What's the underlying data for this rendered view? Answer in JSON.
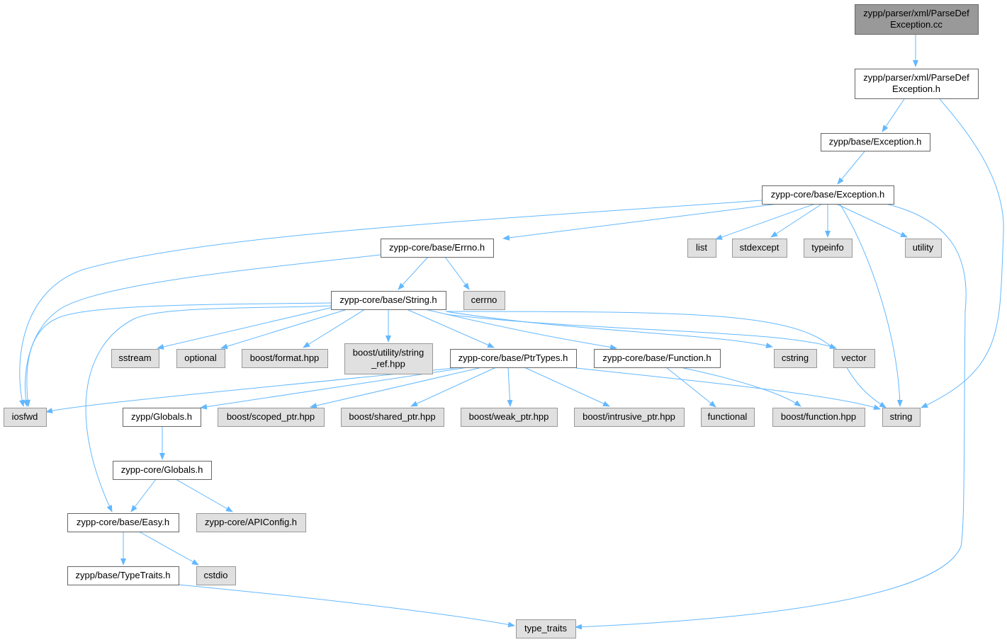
{
  "colors": {
    "edge": "#63b8ff",
    "root_fill": "#999999",
    "root_stroke": "#666666",
    "project_fill": "#ffffff",
    "project_stroke": "#666666",
    "external_fill": "#e0e0e0",
    "external_stroke": "#999999",
    "text": "#000000"
  },
  "nodes": [
    {
      "id": "pde_cc",
      "kind": "root",
      "lines": [
        "zypp/parser/xml/ParseDef",
        "Exception.cc"
      ]
    },
    {
      "id": "pde_h",
      "kind": "project",
      "lines": [
        "zypp/parser/xml/ParseDef",
        "Exception.h"
      ]
    },
    {
      "id": "base_exc",
      "kind": "project",
      "lines": [
        "zypp/base/Exception.h"
      ]
    },
    {
      "id": "core_exc",
      "kind": "project",
      "lines": [
        "zypp-core/base/Exception.h"
      ]
    },
    {
      "id": "errno",
      "kind": "project",
      "lines": [
        "zypp-core/base/Errno.h"
      ]
    },
    {
      "id": "list",
      "kind": "external",
      "lines": [
        "list"
      ]
    },
    {
      "id": "stdexcept",
      "kind": "external",
      "lines": [
        "stdexcept"
      ]
    },
    {
      "id": "typeinfo",
      "kind": "external",
      "lines": [
        "typeinfo"
      ]
    },
    {
      "id": "utility",
      "kind": "external",
      "lines": [
        "utility"
      ]
    },
    {
      "id": "string_h",
      "kind": "project",
      "lines": [
        "zypp-core/base/String.h"
      ]
    },
    {
      "id": "cerrno",
      "kind": "external",
      "lines": [
        "cerrno"
      ]
    },
    {
      "id": "sstream",
      "kind": "external",
      "lines": [
        "sstream"
      ]
    },
    {
      "id": "optional",
      "kind": "external",
      "lines": [
        "optional"
      ]
    },
    {
      "id": "bformat",
      "kind": "external",
      "lines": [
        "boost/format.hpp"
      ]
    },
    {
      "id": "bstringref",
      "kind": "external",
      "lines": [
        "boost/utility/string",
        "_ref.hpp"
      ]
    },
    {
      "id": "ptrtypes",
      "kind": "project",
      "lines": [
        "zypp-core/base/PtrTypes.h"
      ]
    },
    {
      "id": "function_h",
      "kind": "project",
      "lines": [
        "zypp-core/base/Function.h"
      ]
    },
    {
      "id": "cstring",
      "kind": "external",
      "lines": [
        "cstring"
      ]
    },
    {
      "id": "vector",
      "kind": "external",
      "lines": [
        "vector"
      ]
    },
    {
      "id": "iosfwd",
      "kind": "external",
      "lines": [
        "iosfwd"
      ]
    },
    {
      "id": "globals_z",
      "kind": "project",
      "lines": [
        "zypp/Globals.h"
      ]
    },
    {
      "id": "bscoped",
      "kind": "external",
      "lines": [
        "boost/scoped_ptr.hpp"
      ]
    },
    {
      "id": "bshared",
      "kind": "external",
      "lines": [
        "boost/shared_ptr.hpp"
      ]
    },
    {
      "id": "bweak",
      "kind": "external",
      "lines": [
        "boost/weak_ptr.hpp"
      ]
    },
    {
      "id": "bintrusive",
      "kind": "external",
      "lines": [
        "boost/intrusive_ptr.hpp"
      ]
    },
    {
      "id": "functional",
      "kind": "external",
      "lines": [
        "functional"
      ]
    },
    {
      "id": "bfunction",
      "kind": "external",
      "lines": [
        "boost/function.hpp"
      ]
    },
    {
      "id": "string",
      "kind": "external",
      "lines": [
        "string"
      ]
    },
    {
      "id": "globals_core",
      "kind": "project",
      "lines": [
        "zypp-core/Globals.h"
      ]
    },
    {
      "id": "easy",
      "kind": "project",
      "lines": [
        "zypp-core/base/Easy.h"
      ]
    },
    {
      "id": "apiconfig",
      "kind": "external",
      "lines": [
        "zypp-core/APIConfig.h"
      ]
    },
    {
      "id": "typetraits_h",
      "kind": "project",
      "lines": [
        "zypp/base/TypeTraits.h"
      ]
    },
    {
      "id": "cstdio",
      "kind": "external",
      "lines": [
        "cstdio"
      ]
    },
    {
      "id": "type_traits",
      "kind": "external",
      "lines": [
        "type_traits"
      ]
    }
  ],
  "edges": [
    {
      "from": "pde_cc",
      "to": "pde_h"
    },
    {
      "from": "pde_h",
      "to": "base_exc"
    },
    {
      "from": "pde_h",
      "to": "string"
    },
    {
      "from": "base_exc",
      "to": "core_exc"
    },
    {
      "from": "core_exc",
      "to": "iosfwd"
    },
    {
      "from": "core_exc",
      "to": "errno"
    },
    {
      "from": "core_exc",
      "to": "list"
    },
    {
      "from": "core_exc",
      "to": "stdexcept"
    },
    {
      "from": "core_exc",
      "to": "typeinfo"
    },
    {
      "from": "core_exc",
      "to": "utility"
    },
    {
      "from": "core_exc",
      "to": "string"
    },
    {
      "from": "core_exc",
      "to": "type_traits"
    },
    {
      "from": "errno",
      "to": "iosfwd"
    },
    {
      "from": "errno",
      "to": "string_h"
    },
    {
      "from": "errno",
      "to": "cerrno"
    },
    {
      "from": "string_h",
      "to": "iosfwd"
    },
    {
      "from": "string_h",
      "to": "easy"
    },
    {
      "from": "string_h",
      "to": "sstream"
    },
    {
      "from": "string_h",
      "to": "optional"
    },
    {
      "from": "string_h",
      "to": "bformat"
    },
    {
      "from": "string_h",
      "to": "bstringref"
    },
    {
      "from": "string_h",
      "to": "ptrtypes"
    },
    {
      "from": "string_h",
      "to": "function_h"
    },
    {
      "from": "string_h",
      "to": "cstring"
    },
    {
      "from": "string_h",
      "to": "vector"
    },
    {
      "from": "string_h",
      "to": "string"
    },
    {
      "from": "ptrtypes",
      "to": "iosfwd"
    },
    {
      "from": "ptrtypes",
      "to": "globals_z"
    },
    {
      "from": "ptrtypes",
      "to": "bscoped"
    },
    {
      "from": "ptrtypes",
      "to": "bshared"
    },
    {
      "from": "ptrtypes",
      "to": "bweak"
    },
    {
      "from": "ptrtypes",
      "to": "bintrusive"
    },
    {
      "from": "ptrtypes",
      "to": "string"
    },
    {
      "from": "function_h",
      "to": "functional"
    },
    {
      "from": "function_h",
      "to": "bfunction"
    },
    {
      "from": "globals_z",
      "to": "globals_core"
    },
    {
      "from": "globals_core",
      "to": "easy"
    },
    {
      "from": "globals_core",
      "to": "apiconfig"
    },
    {
      "from": "easy",
      "to": "typetraits_h"
    },
    {
      "from": "easy",
      "to": "cstdio"
    },
    {
      "from": "typetraits_h",
      "to": "type_traits"
    }
  ]
}
